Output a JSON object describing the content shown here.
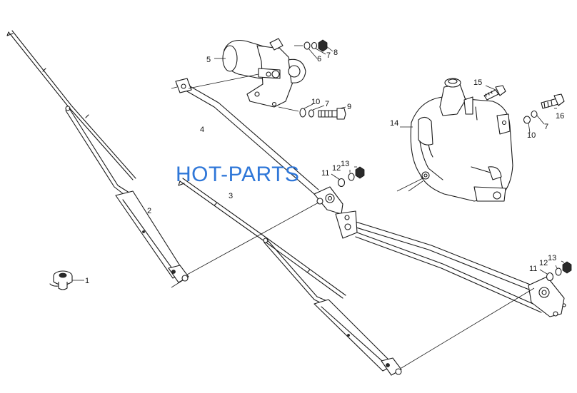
{
  "watermark": "HOT-PARTS",
  "callouts": {
    "c1": "1",
    "c2": "2",
    "c3": "3",
    "c4": "4",
    "c5": "5",
    "c6": "6",
    "c7a": "7",
    "c8": "8",
    "c9": "9",
    "c10a": "10",
    "c7b": "7",
    "c11a": "11",
    "c12a": "12",
    "c13a": "13",
    "c14": "14",
    "c15": "15",
    "c16": "16",
    "c10b": "10",
    "c7c": "7",
    "c11b": "11",
    "c12b": "12",
    "c13b": "13"
  },
  "colors": {
    "ink": "#1a1a1a",
    "watermark": "#2f77d8"
  }
}
